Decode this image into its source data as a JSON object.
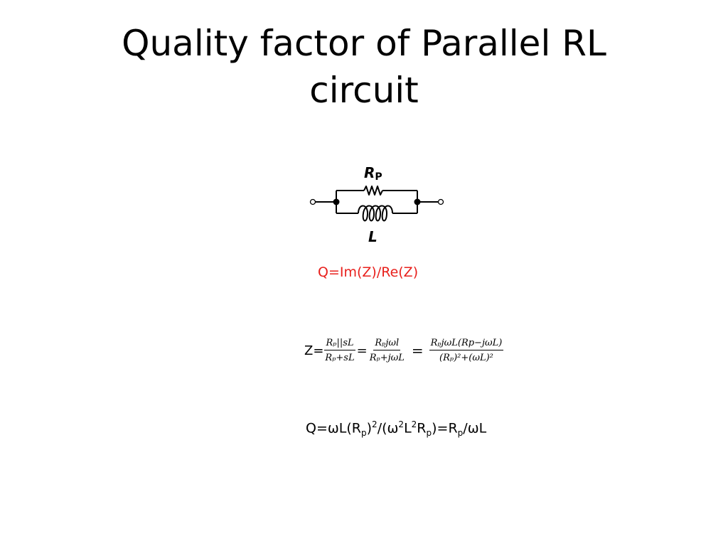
{
  "slide": {
    "title_line1": "Quality factor of Parallel RL",
    "title_line2": "circuit"
  },
  "circuit": {
    "resistor_label": "R",
    "resistor_subscript": "P",
    "inductor_label": "L"
  },
  "q_definition": {
    "text": "Q=Im(Z)/Re(Z)",
    "color": "#e8201c"
  },
  "impedance_equation": {
    "lhs": "Z=",
    "terms": [
      {
        "numerator": "Rₚ||sL",
        "denominator": "Rₚ+sL"
      },
      {
        "numerator": "Rₚjωl",
        "denominator": "Rₚ+jωL"
      },
      {
        "numerator": "RₚjωL(Rp−jωL)",
        "denominator": "(Rₚ)²+(ωL)²"
      }
    ],
    "operators": [
      "=",
      "="
    ]
  },
  "q_result": {
    "part1": "Q=ωL(R",
    "sub1": "p",
    "part2": ")",
    "sup1": "2",
    "part3": "/(ω",
    "sup2": "2",
    "part4": "L",
    "sup3": "2",
    "part5": "R",
    "sub2": "p",
    "part6": ")=R",
    "sub3": "p",
    "part7": "/ωL"
  }
}
